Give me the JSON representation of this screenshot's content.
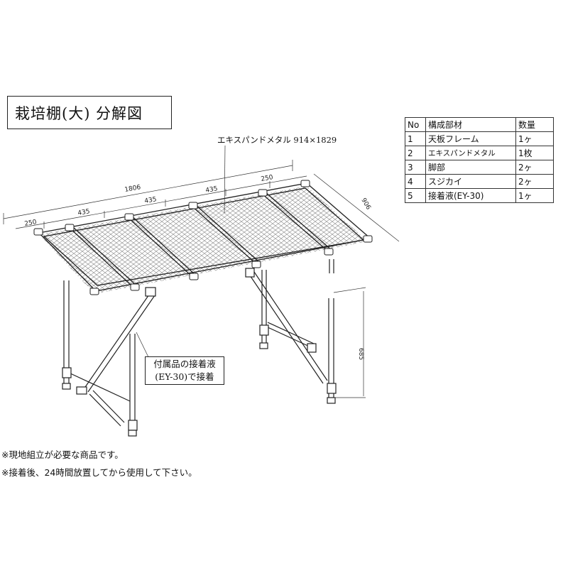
{
  "title": "栽培棚(大) 分解図",
  "mesh_label": "エキスパンドメタル 914×1829",
  "glue_callout": [
    "付属品の接着液",
    "(EY-30)で接着"
  ],
  "dimensions": {
    "total_length": "1806",
    "segment_1": "250",
    "segment_2": "435",
    "segment_3": "435",
    "segment_4": "435",
    "segment_5": "250",
    "width": "906",
    "height": "685"
  },
  "parts_table": {
    "headers": [
      "No",
      "構成部材",
      "数量"
    ],
    "rows": [
      [
        "1",
        "天板フレーム",
        "1ヶ"
      ],
      [
        "2",
        "エキスパンドメタル",
        "1枚"
      ],
      [
        "3",
        "脚部",
        "2ヶ"
      ],
      [
        "4",
        "スジカイ",
        "2ヶ"
      ],
      [
        "5",
        "接着液(EY-30)",
        "1ヶ"
      ]
    ]
  },
  "notes": [
    "※現地組立が必要な商品です。",
    "※接着後、24時間放置してから使用して下さい。"
  ]
}
